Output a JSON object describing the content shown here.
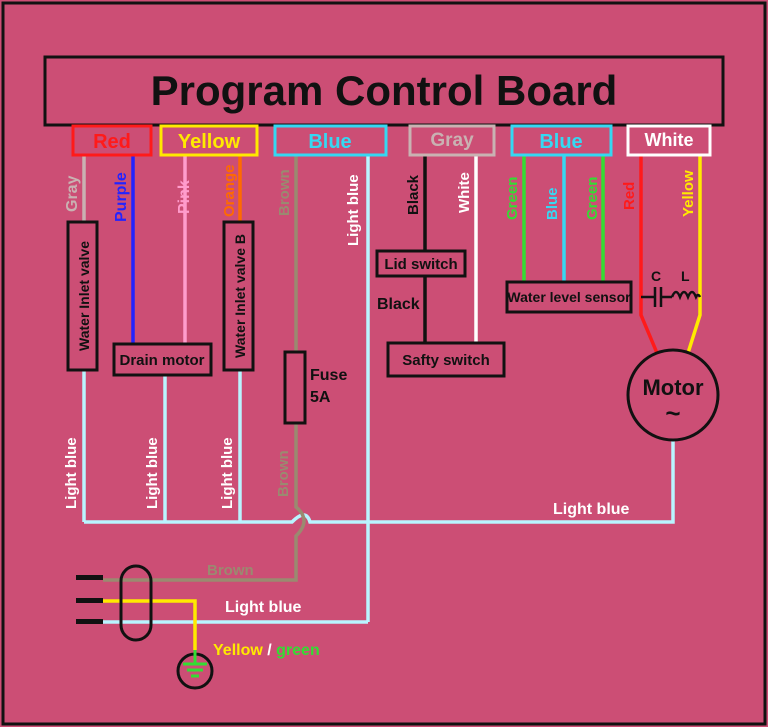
{
  "title": "Program Control Board",
  "connectors": [
    {
      "label": "Red",
      "color": "#ff1a1a"
    },
    {
      "label": "Yellow",
      "color": "#ffea00"
    },
    {
      "label": "Blue",
      "color": "#35d8f2"
    },
    {
      "label": "Gray",
      "color": "#c9b2b2"
    },
    {
      "label": "Blue",
      "color": "#35d8f2"
    },
    {
      "label": "White",
      "color": "#ffffff"
    }
  ],
  "wire_labels": {
    "gray": "Gray",
    "purple": "Purple",
    "pink": "Pink",
    "orange": "Orange",
    "brown_top": "Brown",
    "lightblue_top": "Light blue",
    "black_top": "Black",
    "white_gray": "White",
    "green_1": "Green",
    "blue_sensor": "Blue",
    "green_2": "Green",
    "red_motor": "Red",
    "yellow_motor": "Yellow",
    "black_mid": "Black",
    "lightblue_1": "Light blue",
    "lightblue_2": "Light blue",
    "lightblue_3": "Light blue",
    "brown_mid": "Brown",
    "lightblue_bus": "Light blue",
    "brown_bottom": "Brown",
    "lightblue_bottom": "Light blue",
    "yellow_ground": "Yellow",
    "slash": " / ",
    "green_ground": "green"
  },
  "components": {
    "water_inlet_valve": "Water Inlet valve",
    "water_inlet_valve_b": "Water Inlet valve B",
    "drain_motor": "Drain motor",
    "fuse": "Fuse",
    "fuse_rating": "5A",
    "lid_switch": "Lid switch",
    "safety_switch": "Safty switch",
    "water_level_sensor": "Water level sensor",
    "capacitor": "C",
    "inductor": "L",
    "motor": "Motor",
    "motor_symbol": "~"
  },
  "wire_colors": {
    "gray": "#c9b2b2",
    "purple": "#2323ff",
    "pink": "#ff9ccc",
    "orange": "#ff6a00",
    "brown": "#9a8a70",
    "light_blue": "#b9f4ff",
    "black": "#111111",
    "white": "#ffffff",
    "green": "#33dd33",
    "blue": "#35d8f2",
    "red": "#ff1a1a",
    "yellow": "#ffea00"
  }
}
